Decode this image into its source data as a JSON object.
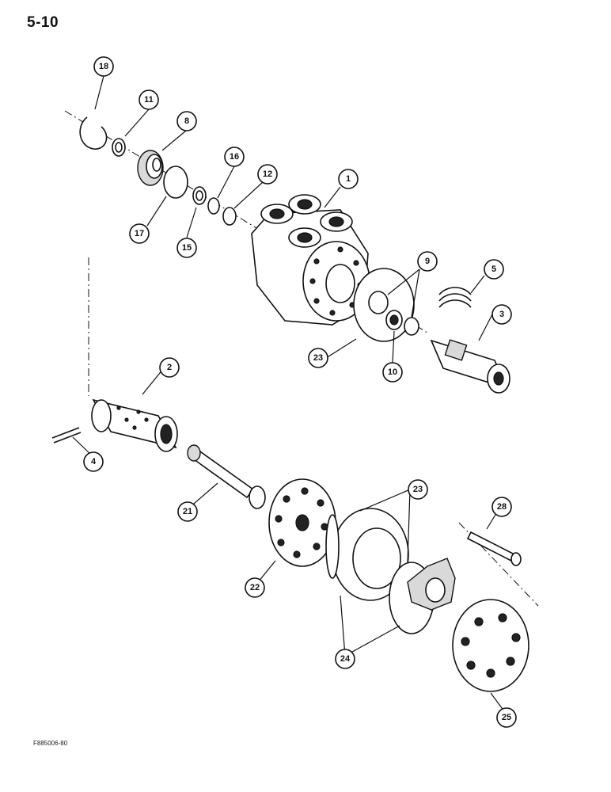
{
  "page_number": "5-10",
  "figure_code": "F885006-80",
  "callouts": [
    "18",
    "11",
    "8",
    "16",
    "12",
    "1",
    "17",
    "15",
    "9",
    "5",
    "3",
    "23",
    "10",
    "2",
    "4",
    "21",
    "23",
    "28",
    "22",
    "24",
    "25"
  ]
}
